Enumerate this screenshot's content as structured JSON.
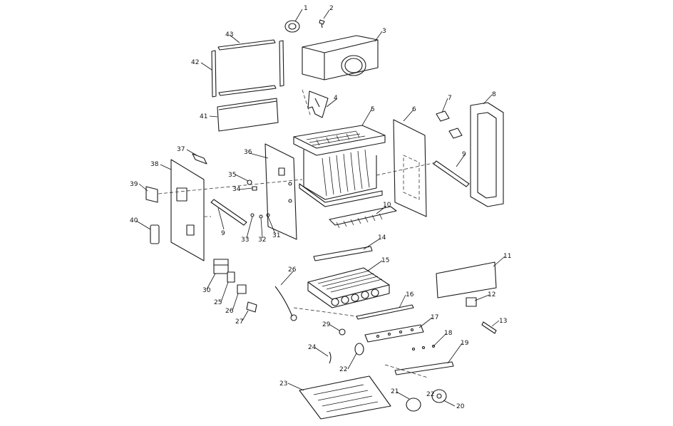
{
  "callouts": [
    "1",
    "2",
    "3",
    "4",
    "5",
    "6",
    "7",
    "8",
    "9",
    "9",
    "10",
    "11",
    "12",
    "13",
    "14",
    "15",
    "16",
    "17",
    "18",
    "19",
    "20",
    "21",
    "22",
    "22",
    "23",
    "24",
    "25",
    "26",
    "26",
    "27",
    "29",
    "30",
    "31",
    "32",
    "33",
    "34",
    "35",
    "36",
    "37",
    "38",
    "39",
    "40",
    "41",
    "42",
    "43"
  ]
}
